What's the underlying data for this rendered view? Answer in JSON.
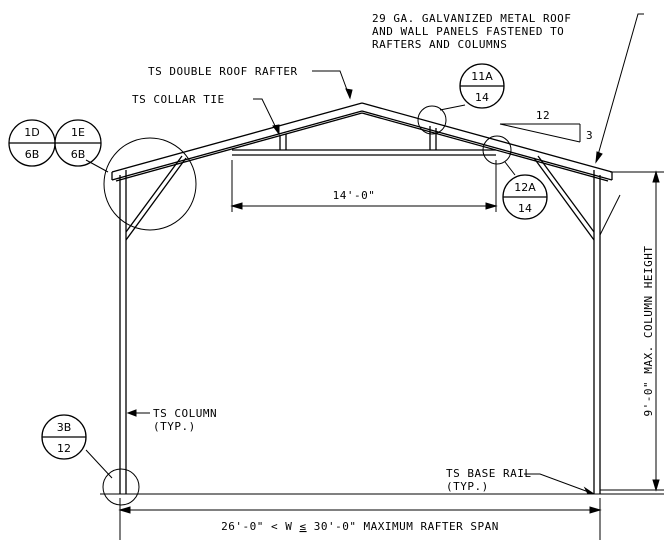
{
  "notes": {
    "roof_panels": [
      "29 GA. GALVANIZED METAL ROOF",
      "AND WALL PANELS FASTENED TO",
      "RAFTERS AND COLUMNS"
    ],
    "double_rafter": "TS DOUBLE ROOF RAFTER",
    "collar_tie": "TS COLLAR TIE",
    "column": [
      "TS COLUMN",
      "(TYP.)"
    ],
    "base_rail": [
      "TS BASE RAIL",
      "(TYP.)"
    ]
  },
  "dimensions": {
    "collar_tie_length": "14'-0\"",
    "column_height": "9'-0\" MAX. COLUMN HEIGHT",
    "span_prefix": "26'-0\" < W ",
    "span_le": "≤",
    "span_suffix": " 30'-0\" MAXIMUM RAFTER SPAN",
    "slope_run": "12",
    "slope_rise": "3"
  },
  "callouts": {
    "b1d": {
      "top": "1D",
      "bottom": "6B"
    },
    "b1e": {
      "top": "1E",
      "bottom": "6B"
    },
    "b11a": {
      "top": "11A",
      "bottom": "14"
    },
    "b12a": {
      "top": "12A",
      "bottom": "14"
    },
    "b3b": {
      "top": "3B",
      "bottom": "12"
    }
  }
}
